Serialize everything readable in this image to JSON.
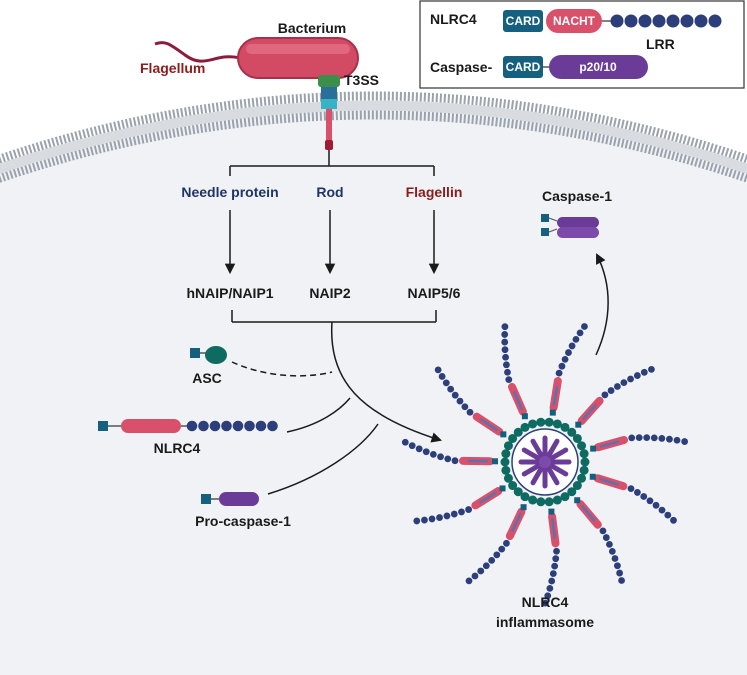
{
  "bacterium": {
    "label": "Bacterium",
    "flagellum_label": "Flagellum",
    "t3ss_label": "T3SS"
  },
  "ligands": {
    "needle": "Needle protein",
    "rod": "Rod",
    "flagellin": "Flagellin"
  },
  "receptors": {
    "naip1": "hNAIP/NAIP1",
    "naip2": "NAIP2",
    "naip56": "NAIP5/6"
  },
  "components": {
    "asc": "ASC",
    "nlrc4": "NLRC4",
    "procaspase": "Pro-caspase-1"
  },
  "product": {
    "caspase1": "Caspase-1"
  },
  "inflammasome": {
    "line1": "NLRC4",
    "line2": "inflammasome"
  },
  "legend": {
    "nlrc4_name": "NLRC4",
    "card": "CARD",
    "nacht": "NACHT",
    "lrr": "LRR",
    "caspase_name": "Caspase-",
    "p20": "p20/10"
  },
  "colors": {
    "navy": "#1f3566",
    "red_text": "#8c1c1c",
    "nacht_pink": "#d9506a",
    "card_teal": "#16607f",
    "lrr_navy": "#2c3f7a",
    "caspase_purple": "#6a3c98",
    "asc_green": "#0e6b62",
    "membrane": "#b3bac3",
    "cytoplasm": "#f0f2f5"
  }
}
